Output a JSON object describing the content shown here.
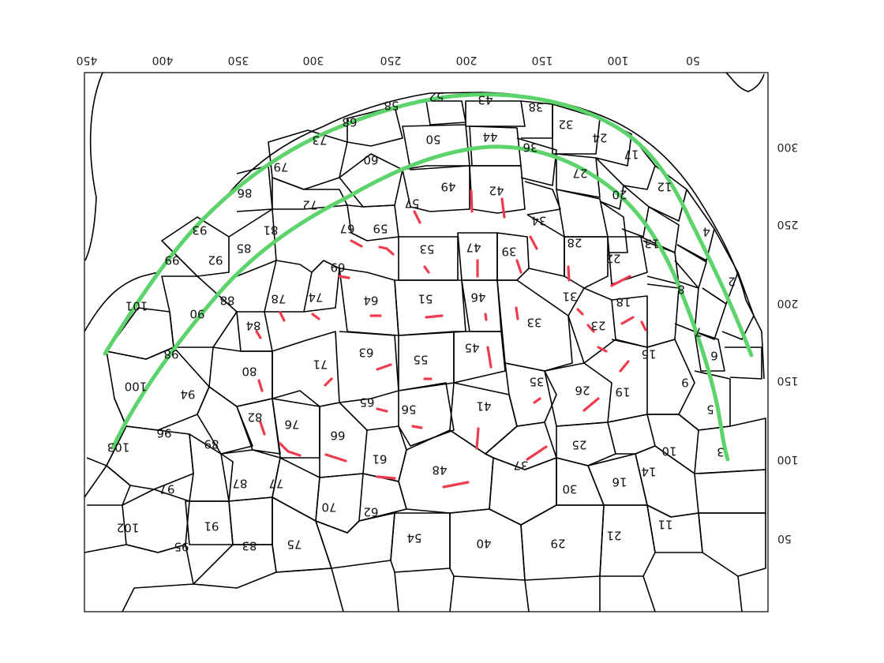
{
  "figure": {
    "orientation": "rotated-180",
    "x_axis": {
      "ticks": [
        {
          "value": 50,
          "label": "50"
        },
        {
          "value": 100,
          "label": "100"
        },
        {
          "value": 150,
          "label": "150"
        },
        {
          "value": 200,
          "label": "200"
        },
        {
          "value": 250,
          "label": "250"
        },
        {
          "value": 300,
          "label": "300"
        },
        {
          "value": 350,
          "label": "350"
        },
        {
          "value": 400,
          "label": "400"
        },
        {
          "value": 450,
          "label": "450"
        }
      ]
    },
    "y_axis": {
      "ticks": [
        {
          "value": 50,
          "label": "50"
        },
        {
          "value": 100,
          "label": "100"
        },
        {
          "value": 150,
          "label": "150"
        },
        {
          "value": 200,
          "label": "200"
        },
        {
          "value": 250,
          "label": "250"
        },
        {
          "value": 300,
          "label": "300"
        }
      ]
    },
    "cells": [
      {
        "id": "2"
      },
      {
        "id": "3"
      },
      {
        "id": "4"
      },
      {
        "id": "5"
      },
      {
        "id": "6"
      },
      {
        "id": "7"
      },
      {
        "id": "8"
      },
      {
        "id": "9"
      },
      {
        "id": "10"
      },
      {
        "id": "11"
      },
      {
        "id": "12"
      },
      {
        "id": "13"
      },
      {
        "id": "14"
      },
      {
        "id": "15"
      },
      {
        "id": "16"
      },
      {
        "id": "17"
      },
      {
        "id": "18"
      },
      {
        "id": "19"
      },
      {
        "id": "20"
      },
      {
        "id": "21"
      },
      {
        "id": "22"
      },
      {
        "id": "23"
      },
      {
        "id": "24"
      },
      {
        "id": "25"
      },
      {
        "id": "26"
      },
      {
        "id": "27"
      },
      {
        "id": "28"
      },
      {
        "id": "29"
      },
      {
        "id": "30"
      },
      {
        "id": "31"
      },
      {
        "id": "32"
      },
      {
        "id": "33"
      },
      {
        "id": "34"
      },
      {
        "id": "35"
      },
      {
        "id": "36"
      },
      {
        "id": "37"
      },
      {
        "id": "38"
      },
      {
        "id": "39"
      },
      {
        "id": "40"
      },
      {
        "id": "41"
      },
      {
        "id": "42"
      },
      {
        "id": "43"
      },
      {
        "id": "44"
      },
      {
        "id": "45"
      },
      {
        "id": "46"
      },
      {
        "id": "47"
      },
      {
        "id": "48"
      },
      {
        "id": "49"
      },
      {
        "id": "50"
      },
      {
        "id": "51"
      },
      {
        "id": "52"
      },
      {
        "id": "53"
      },
      {
        "id": "54"
      },
      {
        "id": "55"
      },
      {
        "id": "56"
      },
      {
        "id": "57"
      },
      {
        "id": "58"
      },
      {
        "id": "59"
      },
      {
        "id": "60"
      },
      {
        "id": "61"
      },
      {
        "id": "62"
      },
      {
        "id": "63"
      },
      {
        "id": "64"
      },
      {
        "id": "65"
      },
      {
        "id": "66"
      },
      {
        "id": "67"
      },
      {
        "id": "68"
      },
      {
        "id": "69"
      },
      {
        "id": "70"
      },
      {
        "id": "71"
      },
      {
        "id": "72"
      },
      {
        "id": "73"
      },
      {
        "id": "74"
      },
      {
        "id": "75"
      },
      {
        "id": "76"
      },
      {
        "id": "77"
      },
      {
        "id": "78"
      },
      {
        "id": "79"
      },
      {
        "id": "80"
      },
      {
        "id": "81"
      },
      {
        "id": "82"
      },
      {
        "id": "83"
      },
      {
        "id": "84"
      },
      {
        "id": "85"
      },
      {
        "id": "86"
      },
      {
        "id": "87"
      },
      {
        "id": "88"
      },
      {
        "id": "89"
      },
      {
        "id": "90"
      },
      {
        "id": "91"
      },
      {
        "id": "92"
      },
      {
        "id": "93"
      },
      {
        "id": "94"
      },
      {
        "id": "95"
      },
      {
        "id": "96"
      },
      {
        "id": "97"
      },
      {
        "id": "98"
      },
      {
        "id": "99"
      },
      {
        "id": "100"
      },
      {
        "id": "101"
      },
      {
        "id": "102"
      },
      {
        "id": "103"
      }
    ],
    "colors": {
      "cell_wall": "#000000",
      "division_marker": "#ee3b4d",
      "boundary_curve": "#5cd36b"
    }
  }
}
